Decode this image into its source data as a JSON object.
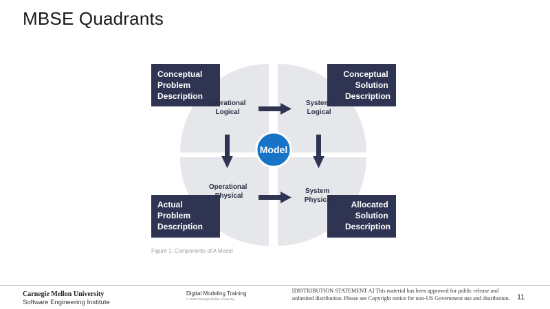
{
  "slide": {
    "title": "MBSE Quadrants"
  },
  "diagram": {
    "center_label": "Model",
    "quadrants": {
      "top_left": [
        "Operational",
        "Logical"
      ],
      "top_right": [
        "System",
        "Logical"
      ],
      "bottom_left": [
        "Operational",
        "Physical"
      ],
      "bottom_right": [
        "System",
        "Physical"
      ]
    },
    "corner_boxes": {
      "top_left": [
        "Conceptual",
        "Problem",
        "Description"
      ],
      "top_right": [
        "Conceptual",
        "Solution",
        "Description"
      ],
      "bottom_left": [
        "Actual",
        "Problem",
        "Description"
      ],
      "bottom_right": [
        "Allocated",
        "Solution",
        "Description"
      ]
    },
    "caption": "Figure 1: Components of A Model",
    "colors": {
      "quadrant_fill": "#e6e7ea",
      "box_fill": "#2f3452",
      "arrow": "#2f3452",
      "model_circle": "#1673c6"
    }
  },
  "footer": {
    "university": "Carnegie Mellon University",
    "institute": "Software Engineering Institute",
    "training_title": "Digital Modeling Training",
    "copyright": "© 2022 Carnegie Mellon University",
    "distribution": "[DISTRIBUTION STATEMENT A] This material has been approved for public release and unlimited distribution.  Please see Copyright notice for non-US Government use and distribution.",
    "page_number": "11"
  }
}
